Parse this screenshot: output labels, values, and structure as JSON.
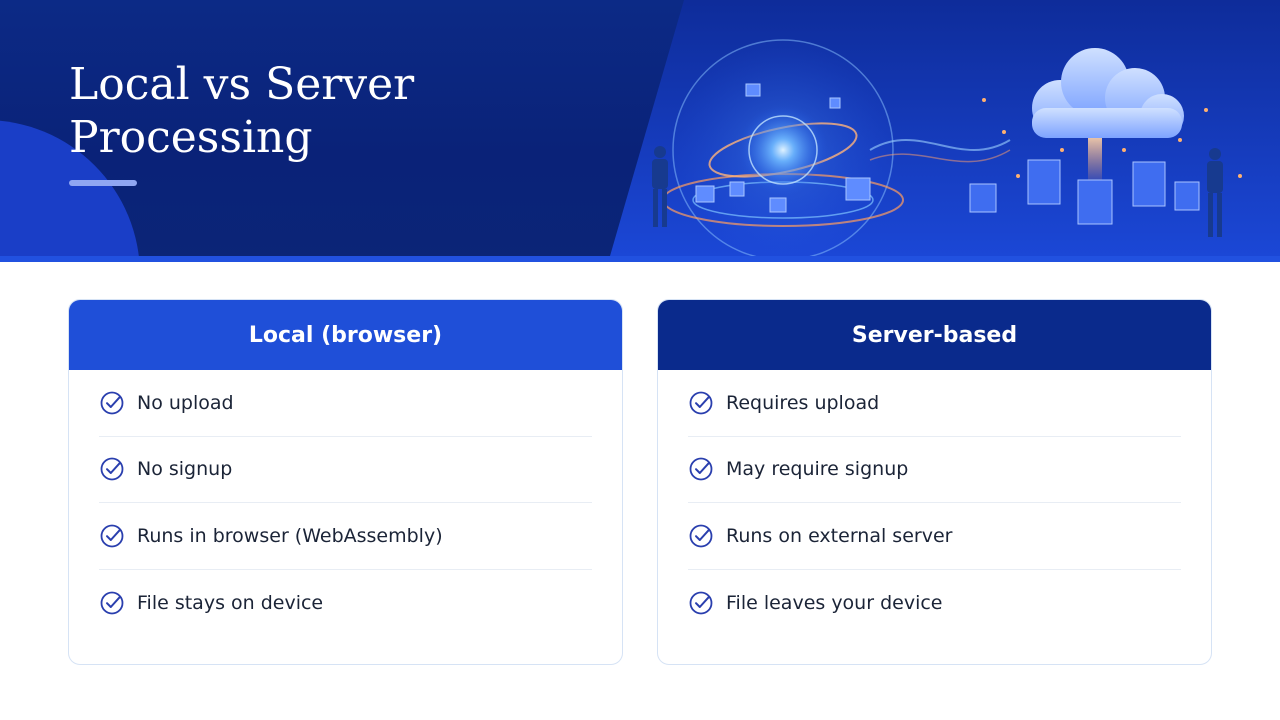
{
  "hero": {
    "title": "Local vs Server Processing"
  },
  "cards": [
    {
      "header": "Local (browser)",
      "items": [
        "No upload",
        "No signup",
        "Runs in browser (WebAssembly)",
        "File stays on device"
      ]
    },
    {
      "header": "Server-based",
      "items": [
        "Requires upload",
        "May require signup",
        "Runs on external server",
        "File leaves your device"
      ]
    }
  ],
  "colors": {
    "hero_bg": "#0a2278",
    "local_header": "#1f4fd8",
    "server_header": "#0a2a8c",
    "check": "#2a3fae"
  },
  "icons": {
    "list_marker": "check-circle-icon",
    "illustration": "local-vs-cloud-illustration"
  }
}
